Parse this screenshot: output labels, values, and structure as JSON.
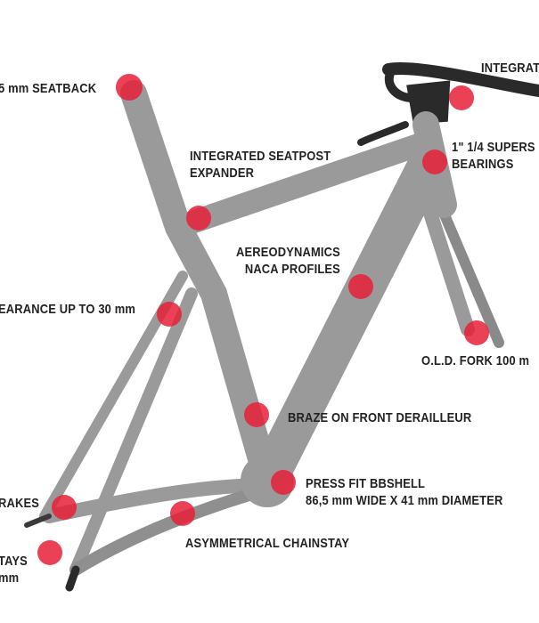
{
  "colors": {
    "frame": "#9a9a9a",
    "frame_shade": "#7f7f7f",
    "dark_parts": "#2a2a2a",
    "marker": "#e8203a",
    "text": "#222222"
  },
  "labels": {
    "seatback": "5 mm SEATBACK",
    "seatpost_expander_1": "INTEGRATED SEATPOST",
    "seatpost_expander_2": "EXPANDER",
    "integrated": "INTEGRAT",
    "supers_1": "1\" 1/4 SUPERS",
    "supers_2": "BEARINGS",
    "naca_1": "AEREODYNAMICS",
    "naca_2": "NACA PROFILES",
    "clearance": "EARANCE UP TO 30 mm",
    "fork": "O.L.D. FORK 100 m",
    "braze": "BRAZE ON FRONT DERAILLEUR",
    "bbshell_1": "PRESS FIT BBSHELL",
    "bbshell_2": "86,5 mm WIDE X 41 mm DIAMETER",
    "brakes": "RAKES",
    "chainstay": "ASYMMETRICAL CHAINSTAY",
    "stays_1": "TAYS",
    "stays_2": "mm"
  }
}
